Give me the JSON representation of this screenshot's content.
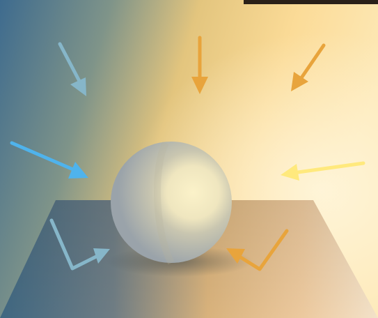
{
  "colors": {
    "cool_blue": "#3e6b8e",
    "warm_yellow": "#fde2a0",
    "bright_yellow": "#ffe97d",
    "orange": "#e8a43c",
    "sky_blue": "#4fb3ec",
    "pale_blue": "#86b6c9",
    "sphere_light": "#eee5c0",
    "sphere_shadow": "#8f9ba4",
    "corner_dark": "#2a2018"
  },
  "arrows": [
    {
      "name": "top-left-arrow",
      "color": "pale_blue",
      "direction": "down-right"
    },
    {
      "name": "top-center-arrow",
      "color": "orange",
      "direction": "down"
    },
    {
      "name": "top-right-arrow",
      "color": "orange",
      "direction": "down-left"
    },
    {
      "name": "left-arrow",
      "color": "sky_blue",
      "direction": "right"
    },
    {
      "name": "right-arrow",
      "color": "bright_yellow",
      "direction": "left"
    },
    {
      "name": "bottom-left-bounce-arrow",
      "color": "pale_blue",
      "direction": "bounce-right"
    },
    {
      "name": "bottom-right-bounce-arrow",
      "color": "orange",
      "direction": "bounce-left"
    }
  ],
  "objects": [
    "sphere",
    "ground-plane"
  ]
}
